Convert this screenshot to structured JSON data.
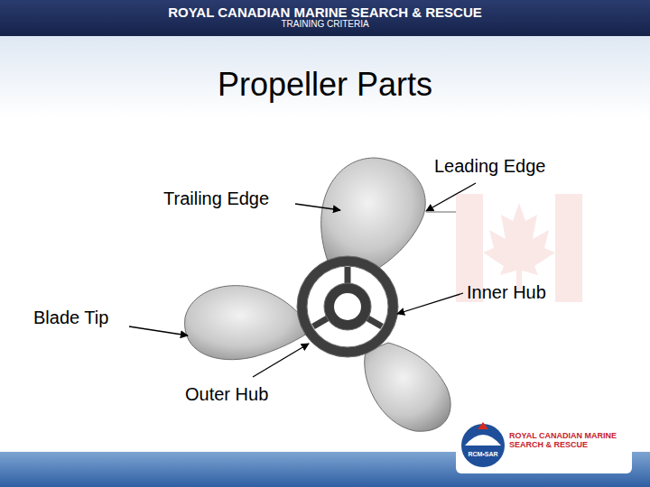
{
  "diagram": {
    "title": "Propeller Parts",
    "labels": [
      "ROYAL CANADIAN MARINE SEARCH & RESCUE",
      "TRAINING CRITERIA",
      "Leading Edge",
      "Trailing Edge",
      "Inner Hub",
      "Blade Tip",
      "Outer Hub",
      "ROYAL CANADIAN MARINE SEARCH & RESCUE",
      "RCM•SAR"
    ]
  }
}
